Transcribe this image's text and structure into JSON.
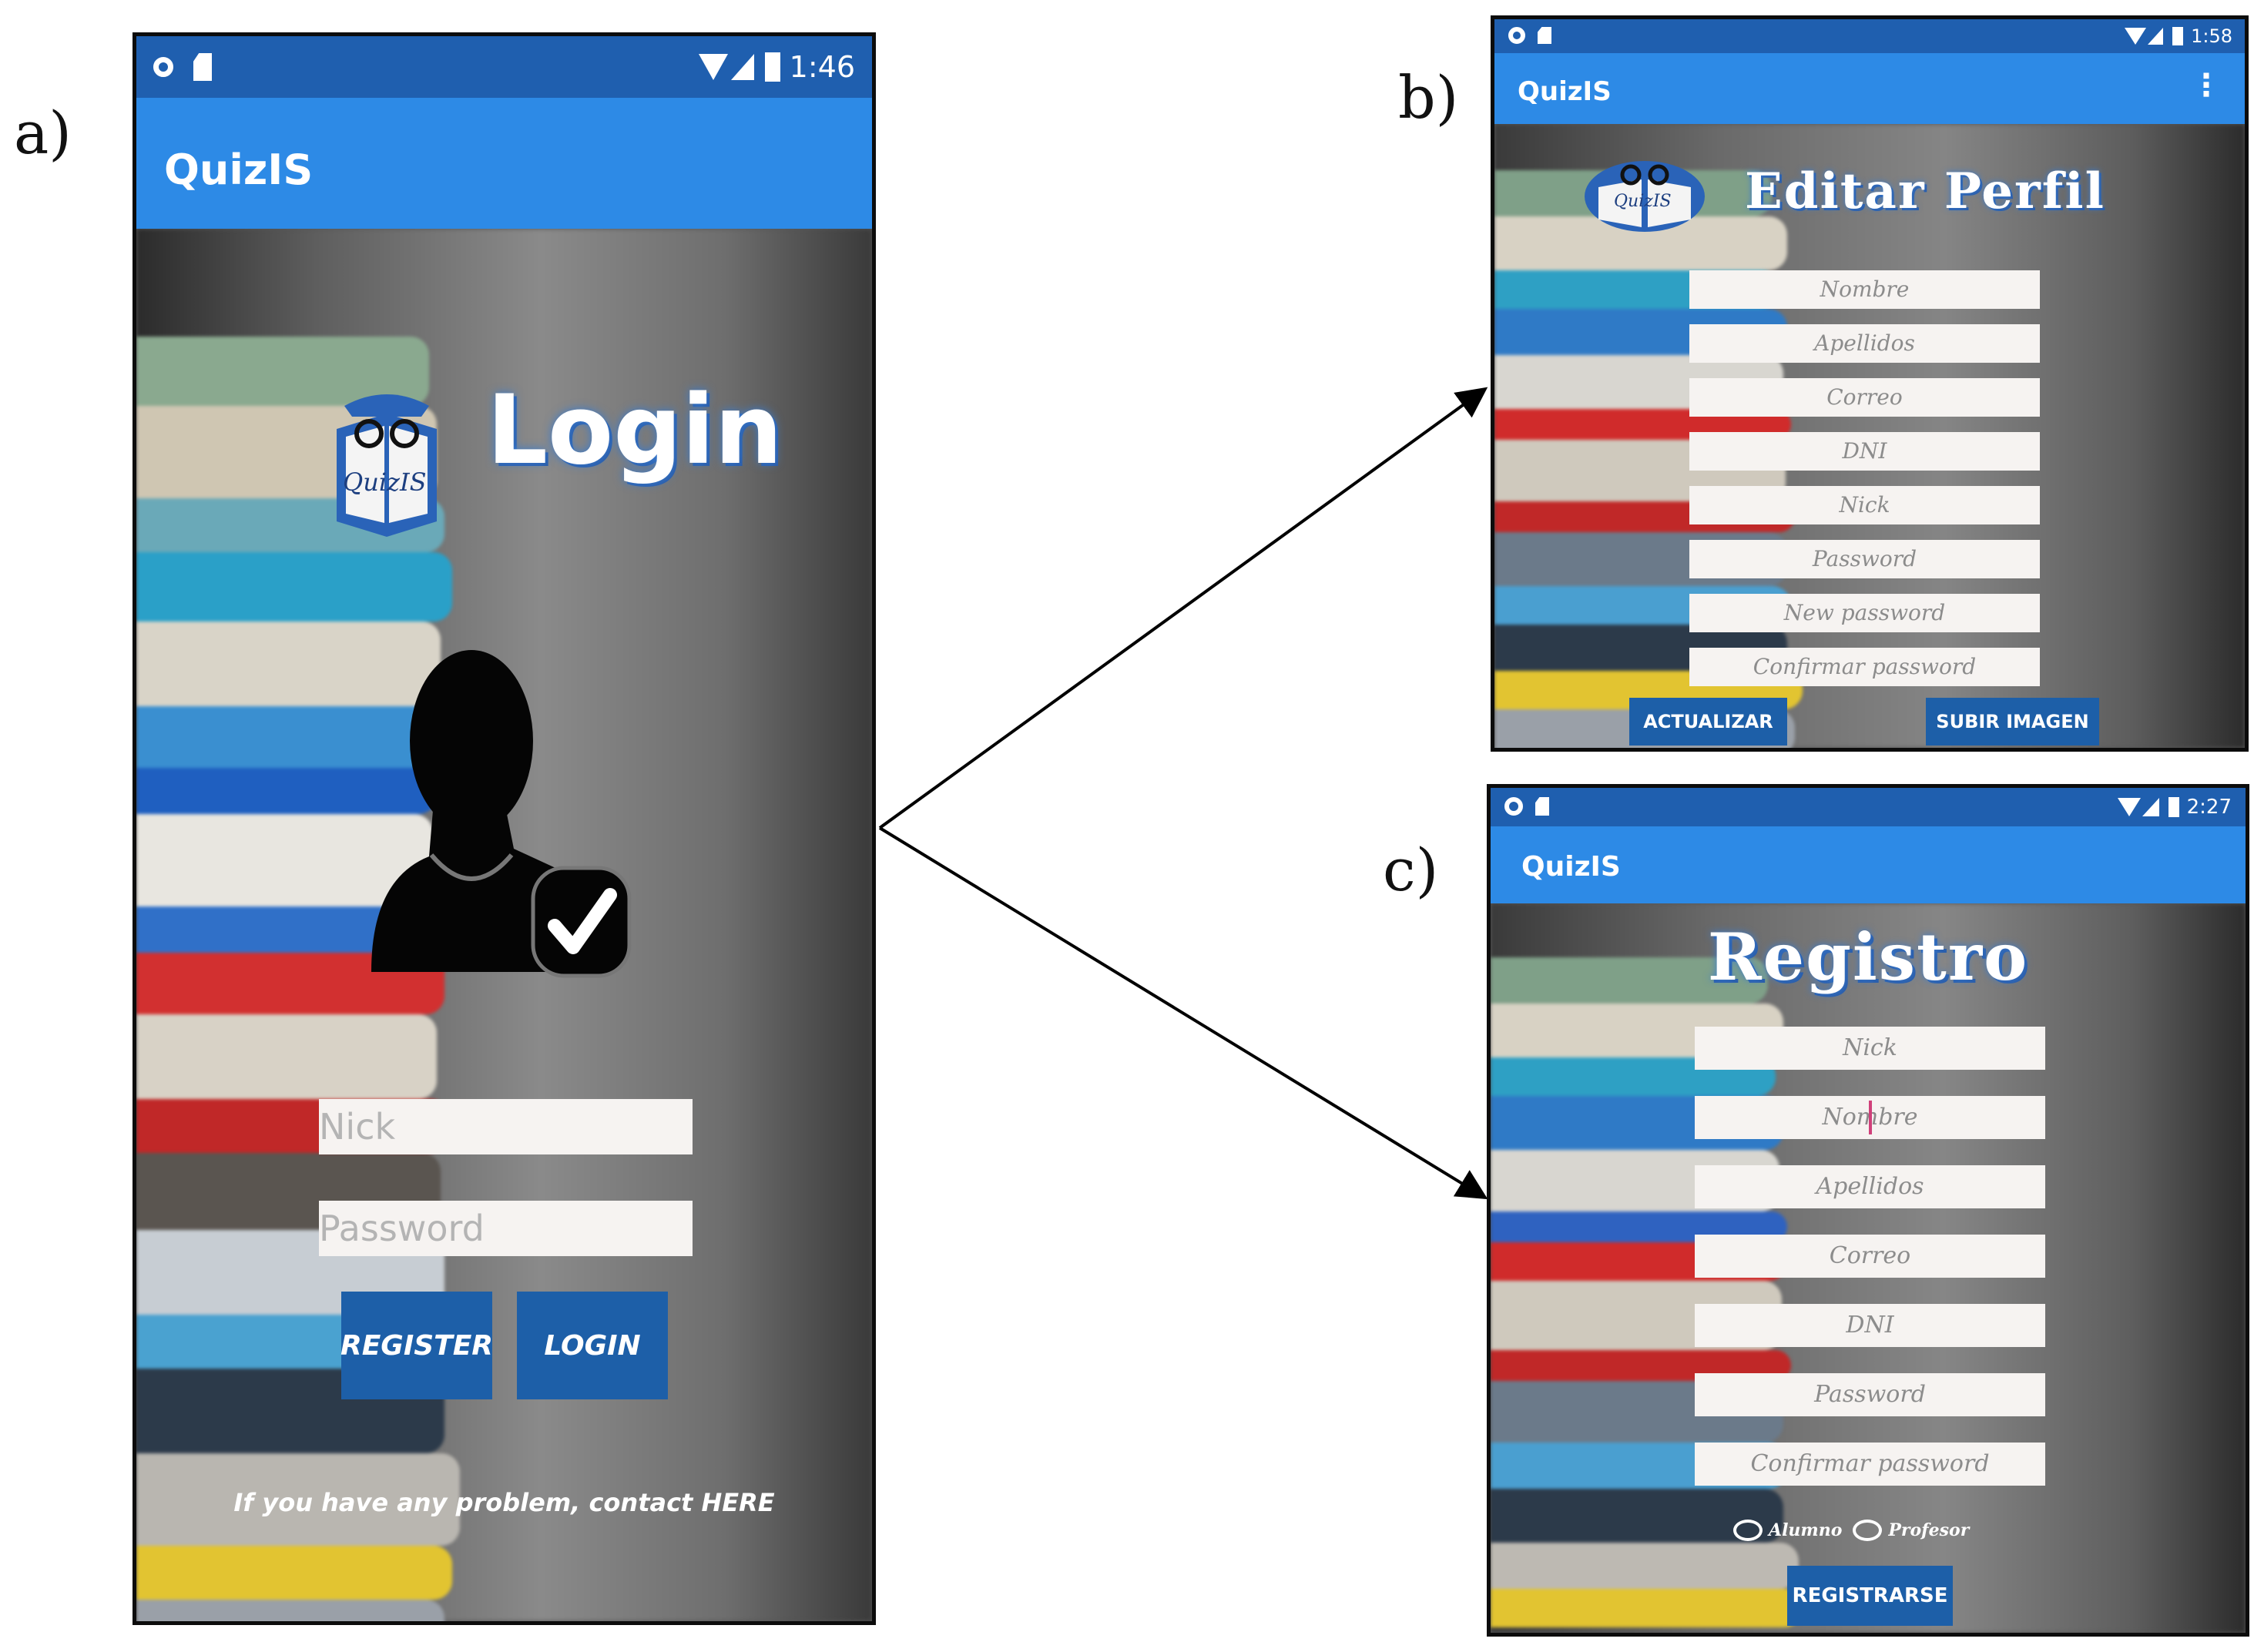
{
  "panels": {
    "a": {
      "letter": "a)",
      "time": "1:46",
      "app_title": "QuizIS",
      "screen_title": "Login",
      "logo_text": "QuizIS",
      "fields": [
        {
          "placeholder": "Nick"
        },
        {
          "placeholder": "Password"
        }
      ],
      "buttons": {
        "register": "REGISTER",
        "login": "LOGIN"
      },
      "footer": "If you have any problem, contact HERE"
    },
    "b": {
      "letter": "b)",
      "time": "1:58",
      "app_title": "QuizIS",
      "screen_title": "Editar Perfil",
      "logo_text": "QuizIS",
      "fields": [
        "Nombre",
        "Apellidos",
        "Correo",
        "DNI",
        "Nick",
        "Password",
        "New password",
        "Confirmar password"
      ],
      "buttons": {
        "update": "ACTUALIZAR",
        "upload": "SUBIR IMAGEN"
      }
    },
    "c": {
      "letter": "c)",
      "time": "2:27",
      "app_title": "QuizIS",
      "screen_title": "Registro",
      "fields": [
        "Nick",
        "Nombre",
        "Apellidos",
        "Correo",
        "DNI",
        "Password",
        "Confirmar password"
      ],
      "radios": [
        "Alumno",
        "Profesor"
      ],
      "buttons": {
        "register": "REGISTRARSE"
      }
    }
  },
  "colors": {
    "status_bar": "#1f5faf",
    "app_bar": "#2d8ae6",
    "button": "#1d5fa8",
    "field_bg": "#f6f3f1"
  },
  "icons": [
    "circle-status-icon",
    "sd-card-icon",
    "wifi-icon",
    "signal-icon",
    "battery-icon",
    "overflow-menu-icon",
    "quizis-logo-icon",
    "user-check-icon"
  ]
}
